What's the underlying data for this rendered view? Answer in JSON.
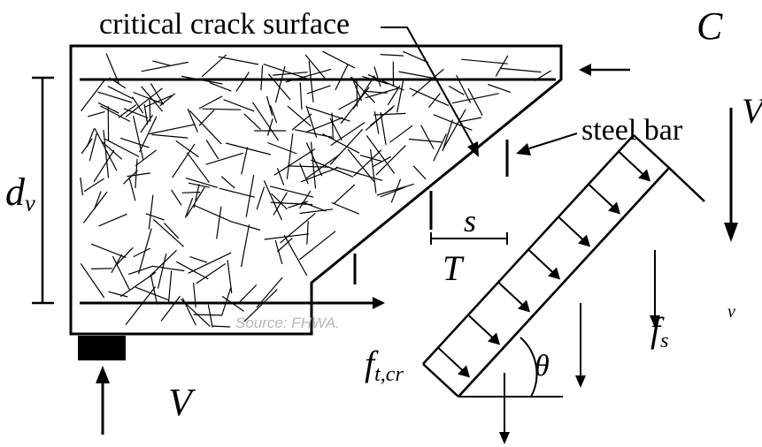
{
  "labels": {
    "crack_surface": "critical crack surface",
    "steel_bar": "steel bar",
    "compression": "C",
    "shear_top": "V",
    "depth_main": "d",
    "depth_sub": "v",
    "spacing": "s",
    "tension": "T",
    "shear_bottom": "V",
    "source": "Source: FHWA.",
    "v_small": "v",
    "fiber_stress_main": "f",
    "fiber_stress_sub": "t,cr",
    "steel_stress_main": "f",
    "steel_stress_sub": "s",
    "angle": "θ"
  },
  "colors": {
    "ink": "#000000",
    "source_text": "#b8b8b8",
    "background": "#ffffff"
  }
}
